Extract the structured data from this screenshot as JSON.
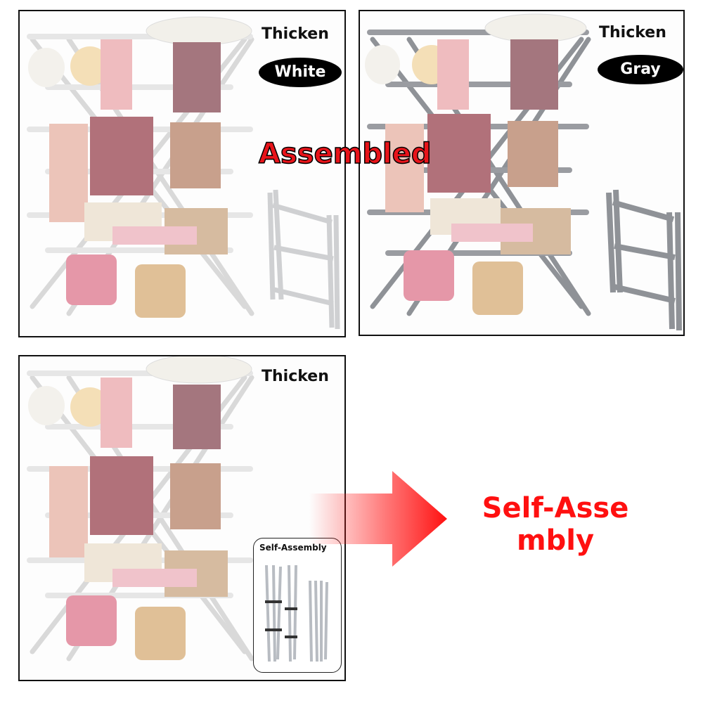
{
  "panels": {
    "white": {
      "thicken": "Thicken",
      "color_label": "White",
      "frame_color": "#e3e3e3"
    },
    "gray": {
      "thicken": "Thicken",
      "color_label": "Gray",
      "frame_color": "#8f9297"
    },
    "self": {
      "thicken": "Thicken",
      "kit_label": "Self-Assembly",
      "frame_color": "#e3e3e3"
    }
  },
  "assembled_label": "Assembled",
  "self_assembly_label_lines": [
    "Self-Asse",
    "mbly"
  ],
  "colors": {
    "accent_red": "#e8141a",
    "black": "#000000"
  }
}
